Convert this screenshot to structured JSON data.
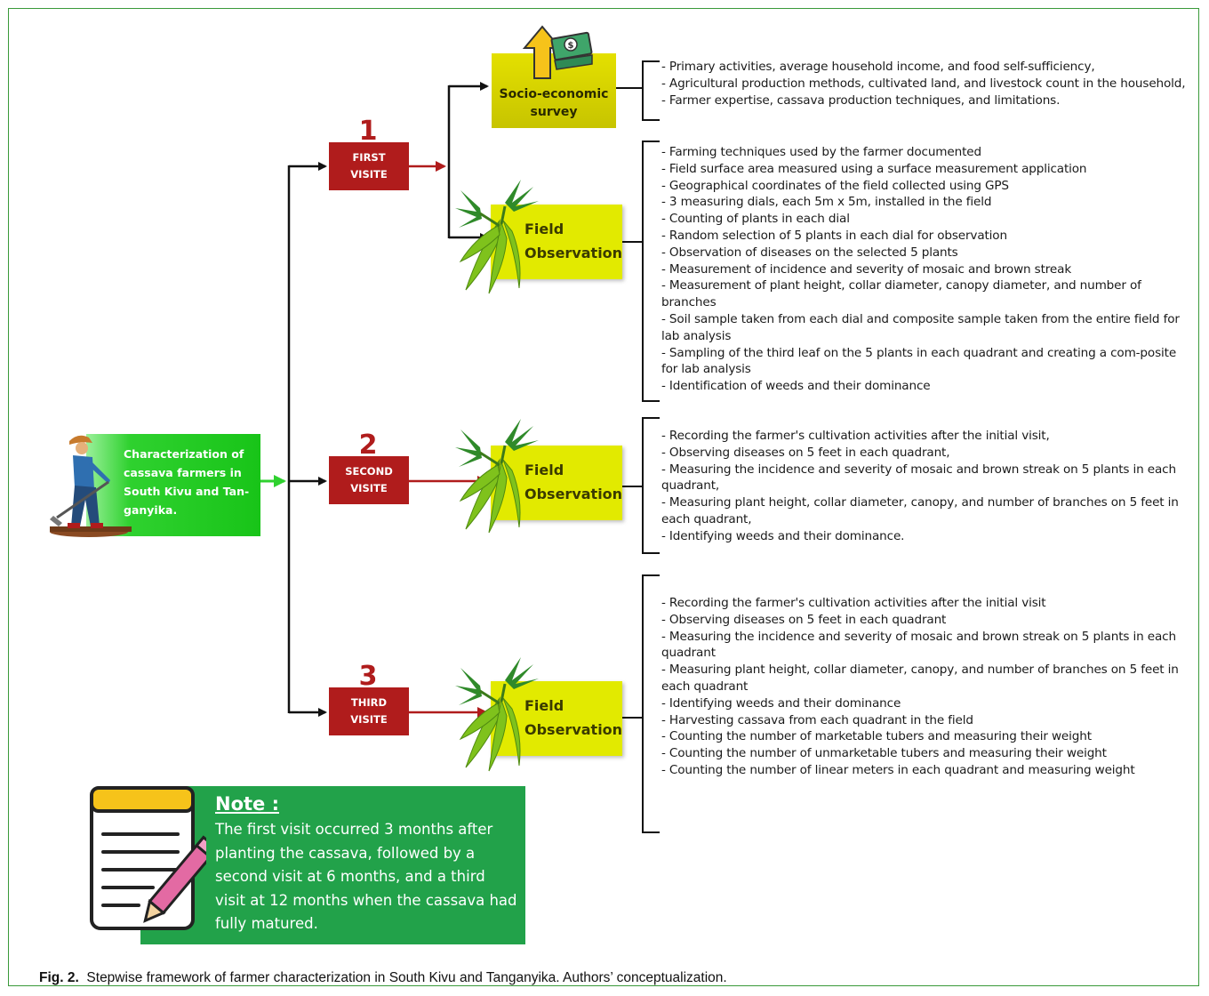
{
  "start": {
    "label": "Characterization of cassava farmers in South Kivu and Tan-ganyika."
  },
  "visits": [
    {
      "number": "1",
      "line1": "FIRST",
      "line2": "VISITE"
    },
    {
      "number": "2",
      "line1": "SECOND",
      "line2": "VISITE"
    },
    {
      "number": "3",
      "line1": "THIRD",
      "line2": "VISITE"
    }
  ],
  "survey": {
    "line1": "Socio-economic",
    "line2": "survey",
    "items": [
      "- Primary activities, average household income, and food self-sufficiency,",
      "- Agricultural production methods, cultivated land, and livestock count in the household,",
      "- Farmer expertise, cassava production techniques, and limitations."
    ]
  },
  "field_obs": {
    "line1": "Field",
    "line2": "Observation"
  },
  "first_obs_items": [
    "- Farming techniques used by the farmer documented",
    "- Field surface area measured using a surface measurement application",
    "- Geographical coordinates of the field collected using GPS",
    "- 3 measuring dials, each 5m x 5m, installed in the field",
    "- Counting of plants in each dial",
    "- Random selection of 5 plants in each dial for observation",
    "- Observation of diseases on the selected 5 plants",
    "- Measurement of incidence and severity of mosaic and brown streak",
    "- Measurement of plant height, collar diameter, canopy diameter, and number of branches",
    "- Soil sample taken from each dial and composite sample taken from the entire field for lab analysis",
    "- Sampling of the third leaf on the 5 plants in each quadrant and creating a com-posite for lab analysis",
    "- Identification of weeds and their dominance"
  ],
  "second_obs_items": [
    "- Recording the farmer's cultivation activities after the initial visit,",
    "- Observing diseases on 5 feet in each quadrant,",
    "- Measuring the incidence and severity of mosaic and brown streak on 5 plants in each quadrant,",
    "- Measuring plant height, collar diameter, canopy, and number of branches on 5 feet in each quadrant,",
    "- Identifying weeds and their dominance."
  ],
  "third_obs_items": [
    "- Recording the farmer's cultivation activities after the initial visit",
    "- Observing diseases on 5 feet in each quadrant",
    "- Measuring the incidence and severity of mosaic and brown streak on 5 plants in each quadrant",
    "- Measuring plant height, collar diameter, canopy, and number of branches on 5 feet in each quadrant",
    "- Identifying weeds and their dominance",
    "- Harvesting cassava from each quadrant in the field",
    "- Counting the number of marketable tubers and measuring their weight",
    "- Counting the number of unmarketable tubers and measuring their weight",
    "- Counting the number of linear meters in each quadrant and measuring weight"
  ],
  "note": {
    "title": "Note :",
    "body": "The first visit occurred 3 months after planting the cassava, followed by a second visit at 6 months, and a third visit at 12 months when the cassava had fully matured."
  },
  "caption": {
    "label": "Fig. 2.",
    "text": "Stepwise framework of farmer characterization in South Kivu and Tanganyika. Authors’ conceptualization."
  },
  "colors": {
    "visit_red": "#b01c1c",
    "start_green": "#18c418",
    "note_green": "#22a24a",
    "obs_yellow": "#e2ea00",
    "frame_green": "#3a9a3a"
  },
  "icons": [
    "farmer-icon",
    "money-growth-icon",
    "cassava-plant-icon",
    "notepad-pencil-icon"
  ]
}
